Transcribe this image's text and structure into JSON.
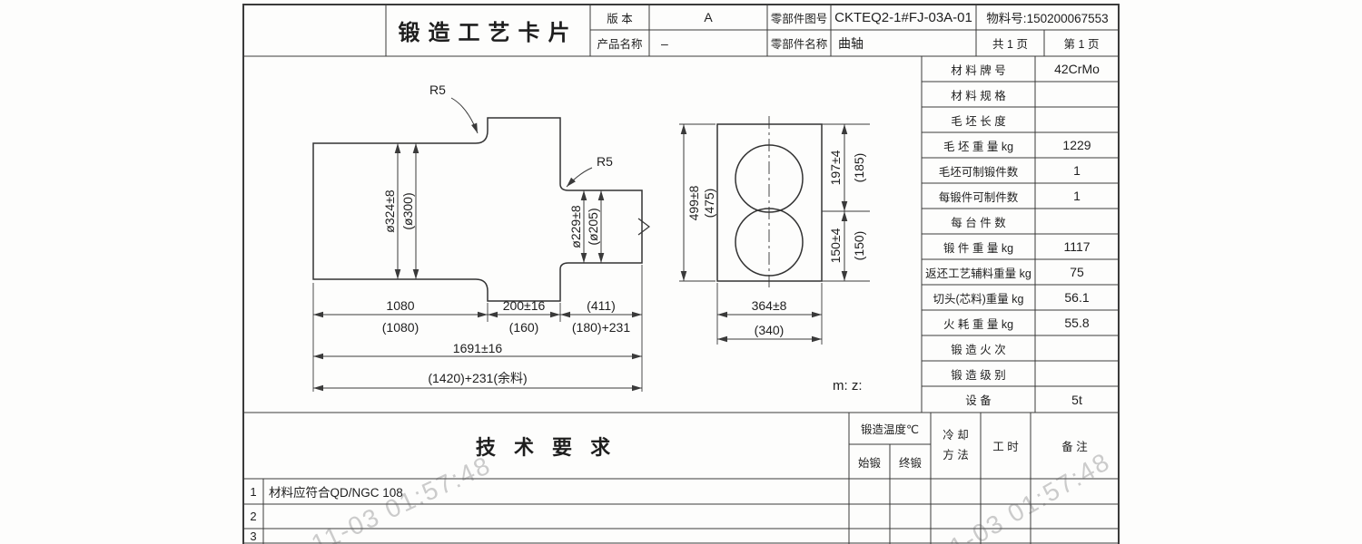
{
  "title_block": {
    "title": "锻造工艺卡片",
    "version_label": "版  本",
    "version_value": "A",
    "product_label": "产品名称",
    "product_value": "–",
    "part_no_label": "零部件图号",
    "part_no_value": "CKTEQ2-1#FJ-03A-01",
    "part_name_label": "零部件名称",
    "part_name_value": "曲轴",
    "material_no": "物料号:150200067553",
    "pages_total": "共 1 页",
    "page_current": "第 1 页"
  },
  "material_table": {
    "rows": [
      {
        "label": "材 料 牌 号",
        "value": "42CrMo"
      },
      {
        "label": "材 料 规 格",
        "value": ""
      },
      {
        "label": "毛 坯 长 度",
        "value": ""
      },
      {
        "label": "毛 坯 重 量 kg",
        "value": "1229"
      },
      {
        "label": "毛坯可制锻件数",
        "value": "1"
      },
      {
        "label": "每锻件可制件数",
        "value": "1"
      },
      {
        "label": "每 台 件 数",
        "value": ""
      },
      {
        "label": "锻 件 重 量 kg",
        "value": "1117"
      },
      {
        "label": "返还工艺辅料重量 kg",
        "value": "75"
      },
      {
        "label": "切头(芯料)重量 kg",
        "value": "56.1"
      },
      {
        "label": "火 耗 重 量 kg",
        "value": "55.8"
      },
      {
        "label": "锻 造 火 次",
        "value": ""
      },
      {
        "label": "锻 造 级 别",
        "value": ""
      },
      {
        "label": "设   备",
        "value": "5t"
      }
    ]
  },
  "drawing": {
    "fillet_top": "R5",
    "fillet_mid": "R5",
    "dia_large": "ø324±8",
    "dia_large_ref": "(ø300)",
    "dia_small": "ø229±8",
    "dia_small_ref": "(ø205)",
    "len_1": "1080",
    "len_1_ref": "(1080)",
    "len_2": "200±16",
    "len_2_ref": "(160)",
    "len_3": "(411)",
    "len_3_ref": "(180)+231",
    "len_total": "1691±16",
    "len_total_ref": "(1420)+231(余料)",
    "height_total": "499±8",
    "height_total_ref": "(475)",
    "height_top": "197±4",
    "height_top_ref": "(185)",
    "height_bottom": "150±4",
    "height_bottom_ref": "(150)",
    "width_front": "364±8",
    "width_front_ref": "(340)",
    "note_mz": "m: z:"
  },
  "tech": {
    "title": "技 术 要 求",
    "temp_header": "锻造温度℃",
    "temp_start": "始锻",
    "temp_end": "终锻",
    "cooling_1": "冷 却",
    "cooling_2": "方 法",
    "hours": "工 时",
    "remarks": "备 注",
    "rows": [
      {
        "no": "1",
        "text": "材料应符合QD/NGC 108"
      },
      {
        "no": "2",
        "text": ""
      },
      {
        "no": "3",
        "text": ""
      }
    ]
  },
  "watermark": {
    "text": "11-03 01:57:48"
  }
}
